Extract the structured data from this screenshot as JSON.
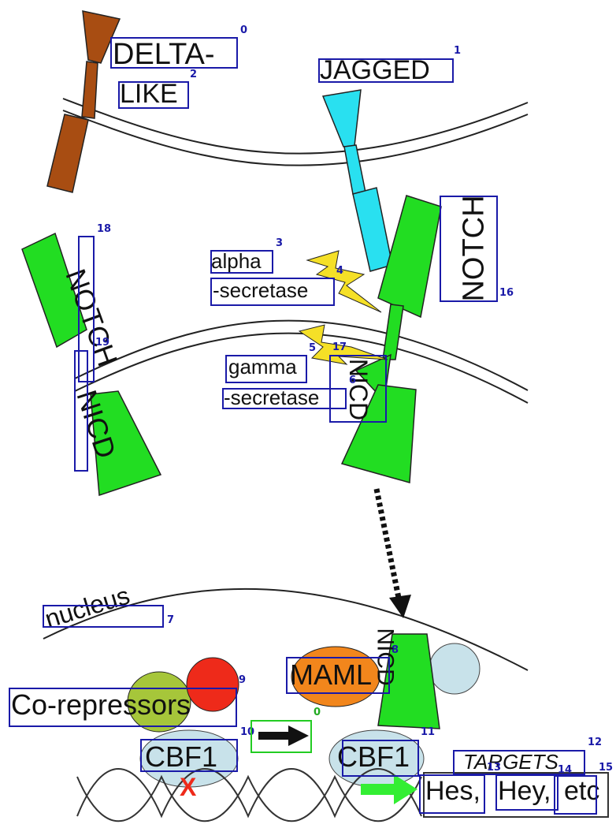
{
  "labels": {
    "delta_like_1": "DELTA-",
    "delta_like_2": "LIKE",
    "jagged": "JAGGED",
    "alpha": "alpha",
    "alpha_secretase": "-secretase",
    "gamma": "gamma",
    "gamma_secretase": "-secretase",
    "notch_left": "NOTCH",
    "nicd_left": "NICD",
    "notch_right": "NOTCH",
    "nicd_right": "NICD",
    "nicd_nucleus": "NICD",
    "nucleus": "nucleus",
    "maml": "MAML",
    "corepressors": "Co-repressors",
    "cbf1_left": "CBF1",
    "cbf1_right": "CBF1",
    "targets": "TARGETS",
    "hes": "Hes,",
    "hey": "Hey,",
    "etc": "etc",
    "x_mark": "X"
  },
  "box_indices": {
    "i0": "0",
    "i1": "1",
    "i2": "2",
    "i3": "3",
    "i4": "4",
    "i5": "5",
    "i6": "6",
    "i7": "7",
    "i8": "8",
    "i9": "9",
    "i10": "10",
    "i11": "11",
    "i12": "12",
    "i13": "13",
    "i14": "14",
    "i15": "15",
    "i16": "16",
    "i17": "17",
    "i18": "18",
    "i19": "19",
    "g0": "0"
  },
  "colors": {
    "delta": "#a84d12",
    "jagged": "#29e0f0",
    "notch": "#22dd22",
    "lightning": "#f5e027",
    "maml": "#f2861c",
    "corepressor_green": "#a6c63a",
    "corepressor_red": "#ee2a1a",
    "cbf1": "#c8e2ea",
    "box_blue": "#1a1aa8",
    "box_green": "#22cc22"
  }
}
